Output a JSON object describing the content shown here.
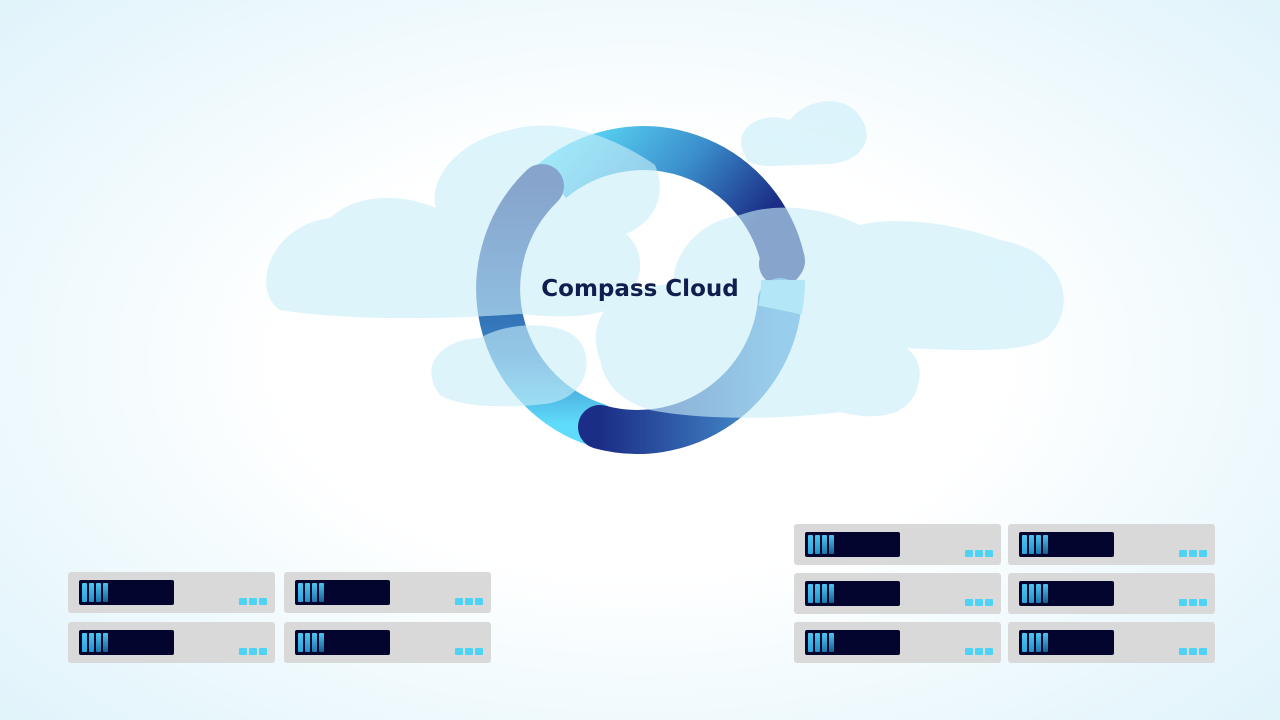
{
  "title": "Compass Cloud",
  "colors": {
    "ring_light": "#5fdcfb",
    "ring_dark": "#1b2d86",
    "server_body": "#d9d9d9",
    "server_display": "#03052e",
    "led": "#4fd3f5",
    "cloud": "#c9eef9"
  },
  "server_groups": [
    {
      "name": "left",
      "columns": 2,
      "rows": 2
    },
    {
      "name": "right",
      "columns": 2,
      "rows": 3
    }
  ]
}
